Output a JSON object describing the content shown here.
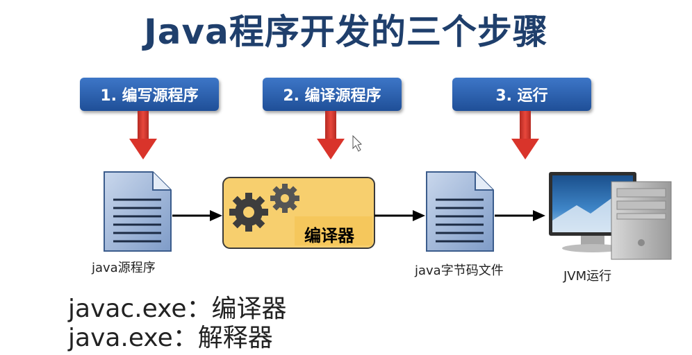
{
  "title": "Java程序开发的三个步骤",
  "steps": [
    {
      "label": "1. 编写源程序"
    },
    {
      "label": "2. 编译源程序"
    },
    {
      "label": "3. 运行"
    }
  ],
  "nodes": {
    "source_caption": "java源程序",
    "compiler_label": "编译器",
    "bytecode_caption": "java字节码文件",
    "jvm_caption": "JVM运行"
  },
  "notes": [
    {
      "text": "javac.exe：编译器"
    },
    {
      "text": "java.exe：解释器"
    }
  ],
  "colors": {
    "title": "#1f3f6c",
    "step_box": "#2a5ba8",
    "down_arrow": "#d9342b",
    "compiler_fill": "#f7cf6e",
    "doc_fill": "#9fb6d8"
  },
  "icons": [
    "document-icon",
    "gears-icon",
    "document-icon",
    "computer-icon",
    "mouse-cursor-icon"
  ]
}
